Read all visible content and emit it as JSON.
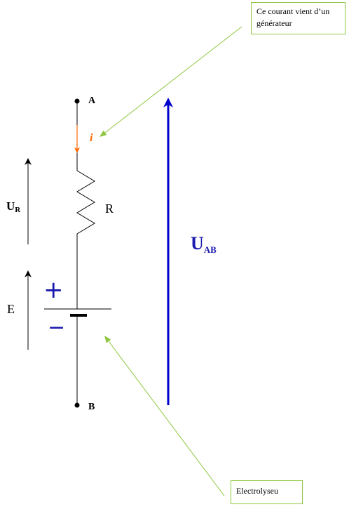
{
  "nodes": {
    "a": "A",
    "b": "B"
  },
  "labels": {
    "resistor": "R",
    "emf": "E",
    "ur_main": "U",
    "ur_sub": "R",
    "current": "i",
    "uab_main": "U",
    "uab_sub": "AB",
    "plus": "+",
    "minus": "−"
  },
  "callouts": {
    "top": "Ce courant vient d’un générateur",
    "bottom": "Electrolyseu"
  },
  "colors": {
    "wire": "#000000",
    "voltage_uab": "#0000cc",
    "current_arrow": "#ff6600",
    "callout_border": "#8dc63f",
    "sign_text": "#1a1aae"
  }
}
